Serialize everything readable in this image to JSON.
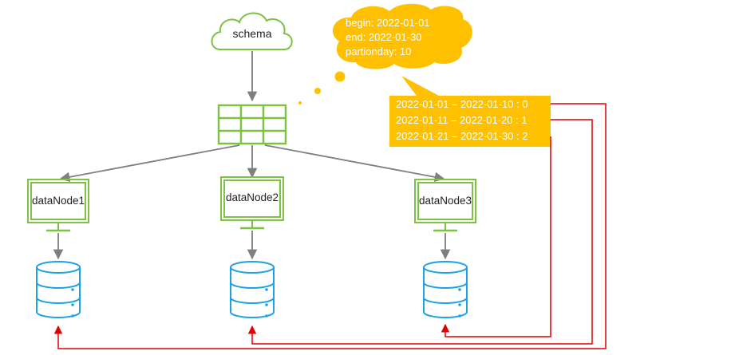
{
  "schema": {
    "label": "schema"
  },
  "params": {
    "begin": "begin: 2022-01-01",
    "end": "end: 2022-01-30",
    "partitionday": "partionday: 10"
  },
  "ranges": [
    "2022-01-01 – 2022-01-10 : 0",
    "2022-01-11 – 2022-01-20 : 1",
    "2022-01-21 – 2022-01-30 : 2"
  ],
  "nodes": [
    {
      "label": "dataNode1"
    },
    {
      "label": "dataNode2"
    },
    {
      "label": "dataNode3"
    }
  ],
  "colors": {
    "green": "#7dc242",
    "arrow_gray": "#7f7f7f",
    "callout_yellow": "#ffc000",
    "mapping_red": "#e00000",
    "db_blue": "#1ea0e6"
  }
}
